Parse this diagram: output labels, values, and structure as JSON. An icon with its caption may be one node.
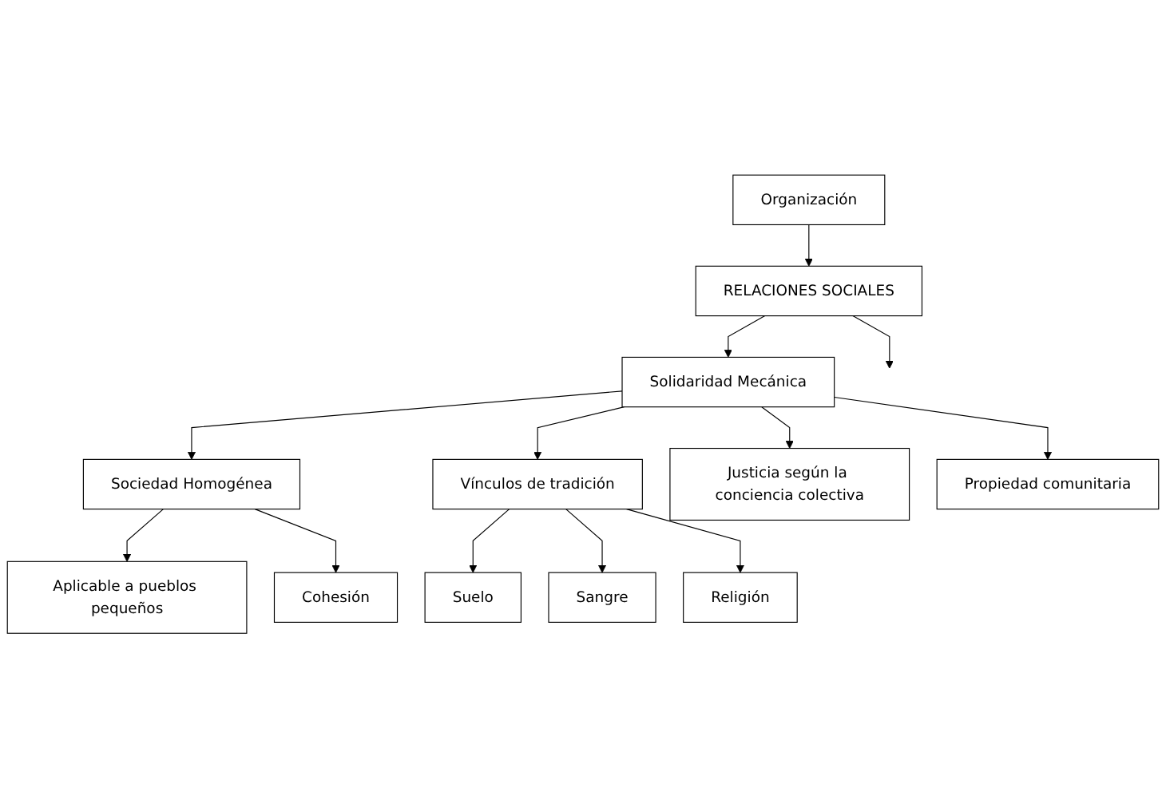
{
  "diagram": {
    "nodes": [
      {
        "text": [
          "Aplicable a pueblos pequeños"
        ]
      },
      {
        "text": [
          "Sociedad Homogénea"
        ]
      },
      {
        "text": [
          "Cohesión"
        ]
      },
      {
        "text": [
          "Suelo"
        ]
      },
      {
        "text": [
          "Sangre"
        ]
      },
      {
        "text": [
          "Religión"
        ]
      },
      {
        "text": [
          "Vínculos de tradición"
        ]
      },
      {
        "text": [
          "Solidaridad Mecánica"
        ]
      },
      {
        "text": [
          "Justicia según la conciencia colectiva"
        ]
      },
      {
        "text": [
          "Organización"
        ]
      },
      {
        "text": [
          "Propiedad comunitaria"
        ]
      },
      {
        "text": [
          "RELACIONES SOCIALES"
        ]
      }
    ],
    "edges": [
      {
        "from": 1,
        "to": 0,
        "arrow": "to"
      },
      {
        "from": 1,
        "to": 2,
        "arrow": "to"
      },
      {
        "from": 7,
        "to": 1,
        "arrow": "to"
      },
      {
        "from": 6,
        "to": 3,
        "arrow": "to"
      },
      {
        "from": 6,
        "to": 4,
        "arrow": "to"
      },
      {
        "from": 6,
        "to": 5,
        "arrow": "to"
      },
      {
        "from": 7,
        "to": 6,
        "arrow": "to"
      },
      {
        "from": 7,
        "to": 8,
        "arrow": "to"
      },
      {
        "from": 7,
        "to": 10,
        "arrow": "to"
      },
      {
        "from": 9,
        "to": 11,
        "arrow": "to"
      },
      {
        "from": 11,
        "to": 7,
        "arrow": "to"
      },
      {
        "from": 11,
        "to": null,
        "arrow": "to"
      }
    ]
  }
}
